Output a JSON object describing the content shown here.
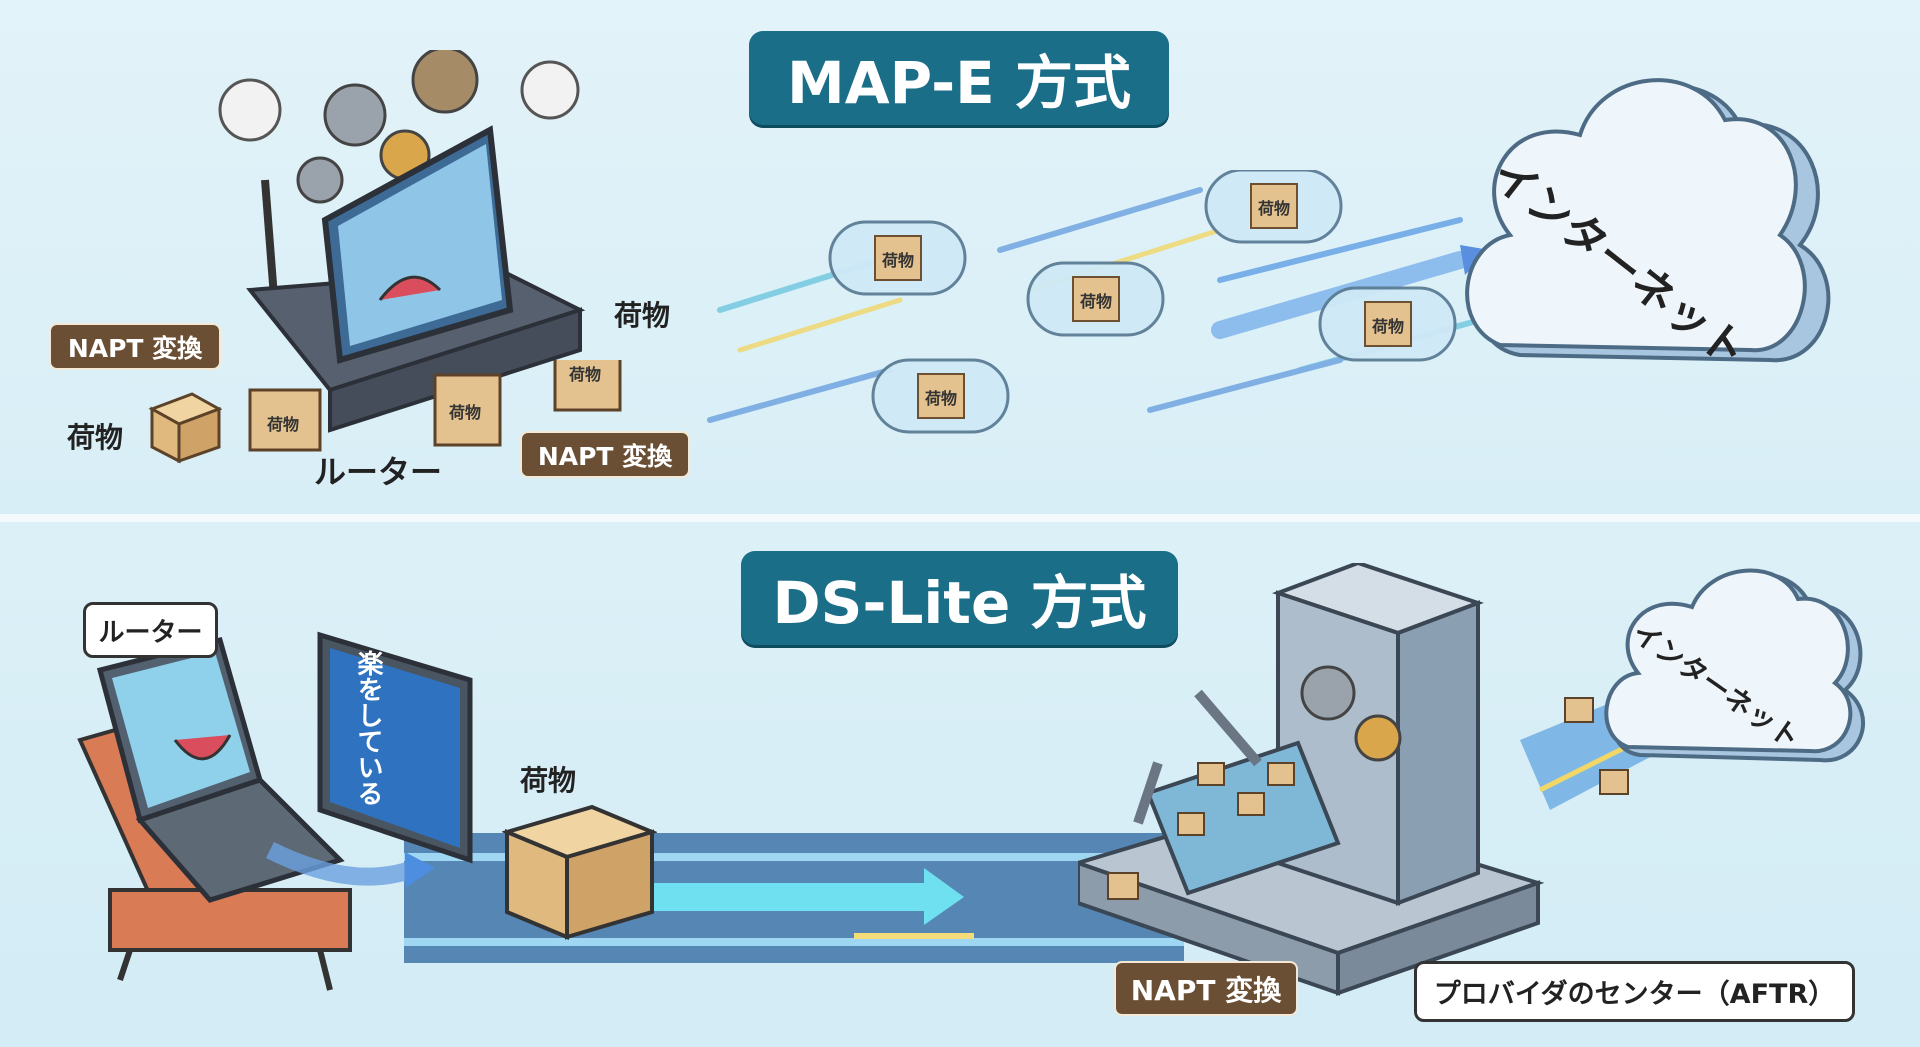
{
  "map_e": {
    "title": "MAP-E 方式",
    "router_label": "ルーター",
    "napt_label_1": "NAPT 変換",
    "napt_label_2": "NAPT 変換",
    "cargo_label_left": "荷物",
    "cargo_label_right": "荷物",
    "box_label": "荷物",
    "capsule_label": "荷物",
    "cloud_label": "インターネット"
  },
  "ds_lite": {
    "title": "DS-Lite 方式",
    "router_callout": "ルーター",
    "monitor_text": "楽をしている",
    "cargo_label": "荷物",
    "napt_label": "NAPT 変換",
    "center_label": "プロバイダのセンター（AFTR）",
    "cloud_label": "インターネット"
  },
  "colors": {
    "title_bg": "#1a6e88",
    "tag_bg": "#6b4f34",
    "background": "#dcf0f7"
  }
}
